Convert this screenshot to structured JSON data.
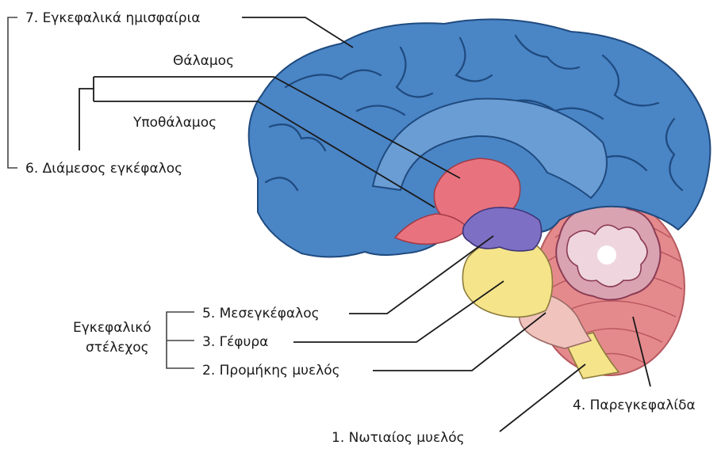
{
  "labels": {
    "cerebral_hemispheres": "7. Εγκεφαλικά ημισφαίρια",
    "thalamus": "Θάλαμος",
    "hypothalamus": "Υποθάλαμος",
    "diencephalon": "6. Διάμεσος εγκέφαλος",
    "midbrain": "5. Μεσεγκέφαλος",
    "pons": "3. Γέφυρα",
    "medulla": "2. Προμήκης μυελός",
    "brainstem_line1": "Εγκεφαλικό",
    "brainstem_line2": "στέλεχος",
    "cerebellum": "4. Παρεγκεφαλίδα",
    "spinal_cord": "1. Νωτιαίος μυελός"
  },
  "colors": {
    "cerebrum": "#4a85c6",
    "cerebrum_dark": "#2c5f9a",
    "thalamus": "#e8737e",
    "midbrain": "#7d6fc4",
    "pons": "#f5e48a",
    "medulla": "#f0c3bd",
    "spinal_cord": "#f5e48a",
    "cerebellum": "#e58a8c",
    "cerebellum_core": "#c98597",
    "background": "#ffffff"
  }
}
